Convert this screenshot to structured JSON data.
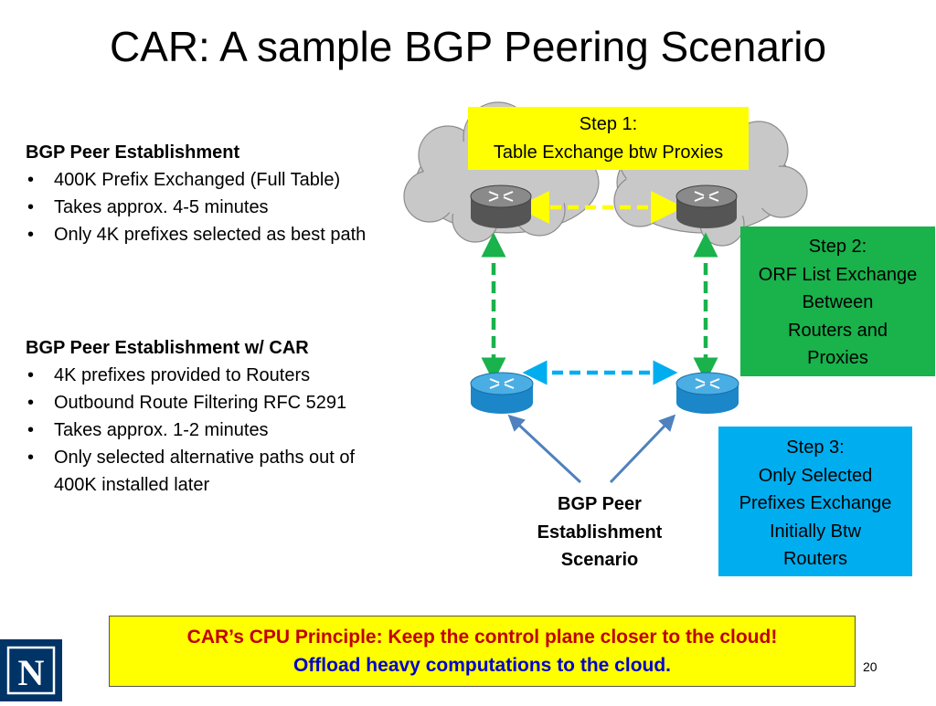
{
  "title": "CAR: A sample BGP Peering Scenario",
  "section1": {
    "heading": "BGP Peer Establishment",
    "bullets": [
      "400K Prefix Exchanged (Full Table)",
      "Takes approx. 4-5 minutes",
      "Only 4K prefixes selected as best path"
    ]
  },
  "section2": {
    "heading": "BGP Peer Establishment w/ CAR",
    "bullets": [
      "4K prefixes provided to Routers",
      "Outbound Route Filtering RFC 5291",
      "Takes approx. 1-2 minutes",
      "Only selected alternative paths out of 400K installed later"
    ]
  },
  "diagram": {
    "step1": [
      "Step 1:",
      "Table Exchange btw Proxies"
    ],
    "step2": [
      "Step 2:",
      "ORF List Exchange",
      "Between",
      "Routers and",
      "Proxies"
    ],
    "step3": [
      "Step 3:",
      "Only Selected",
      "Prefixes Exchange",
      "Initially Btw",
      "Routers"
    ],
    "caption": [
      "BGP Peer",
      "Establishment",
      "Scenario"
    ],
    "colors": {
      "step1": "#ffff00",
      "step2": "#19b24b",
      "step3": "#00aeef",
      "cloud": "#c8c8c8",
      "proxy_router": "#555555",
      "router": "#1b86c8",
      "arrow_yellow": "#ffff00",
      "arrow_green": "#19b24b",
      "arrow_blue": "#00aeef",
      "arrow_pointer": "#4f81bd"
    }
  },
  "bottom": {
    "line1": "CAR’s CPU Principle: Keep the control plane closer to the cloud!",
    "line2": "Offload heavy computations to the cloud."
  },
  "logo_letter": "N",
  "page_number": "20"
}
